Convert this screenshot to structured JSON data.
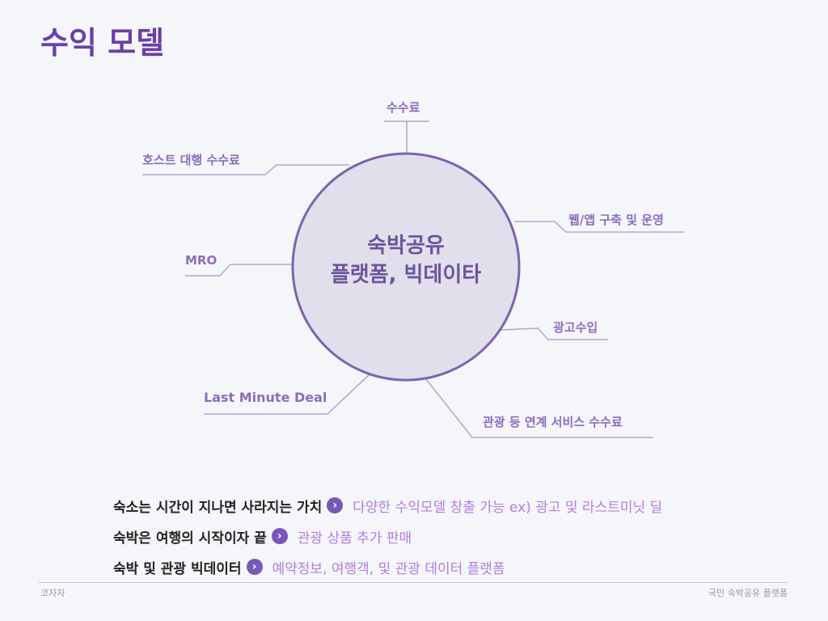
{
  "slide": {
    "title": "수익 모델"
  },
  "diagram": {
    "center": {
      "line1": "숙박공유",
      "line2": "플랫폼, 빅데이타"
    },
    "nodes": [
      {
        "id": "fee",
        "label": "수수료"
      },
      {
        "id": "host-agency",
        "label": "호스트 대행 수수료"
      },
      {
        "id": "web-app",
        "label": "웹/앱 구축 및 운영"
      },
      {
        "id": "mro",
        "label": "MRO"
      },
      {
        "id": "ad",
        "label": "광고수입"
      },
      {
        "id": "last-minute",
        "label": "Last Minute Deal"
      },
      {
        "id": "tourism",
        "label": "관광 등 연계 서비스 수수료"
      }
    ]
  },
  "bullets": [
    {
      "lead": "숙소는 시간이 지나면 사라지는 가치",
      "desc": "다양한 수익모델 창출 가능 ex) 광고 및 라스트미닛 딜"
    },
    {
      "lead": "숙박은 여행의 시작이자 끝",
      "desc": "관광 상품 추가 판매"
    },
    {
      "lead": "숙박 및 관광 빅데이터",
      "desc": "예약정보, 여행객, 및 관광 데이터 플랫폼"
    }
  ],
  "footer": {
    "left": "코자자",
    "right": "국민 숙박공유 플랫폼"
  },
  "colors": {
    "accent": "#6b3fa8",
    "circle_fill": "#e2dfec",
    "circle_stroke": "#7f63ad",
    "node_text": "#8c6dbd",
    "bullet_desc": "#b27de0"
  }
}
